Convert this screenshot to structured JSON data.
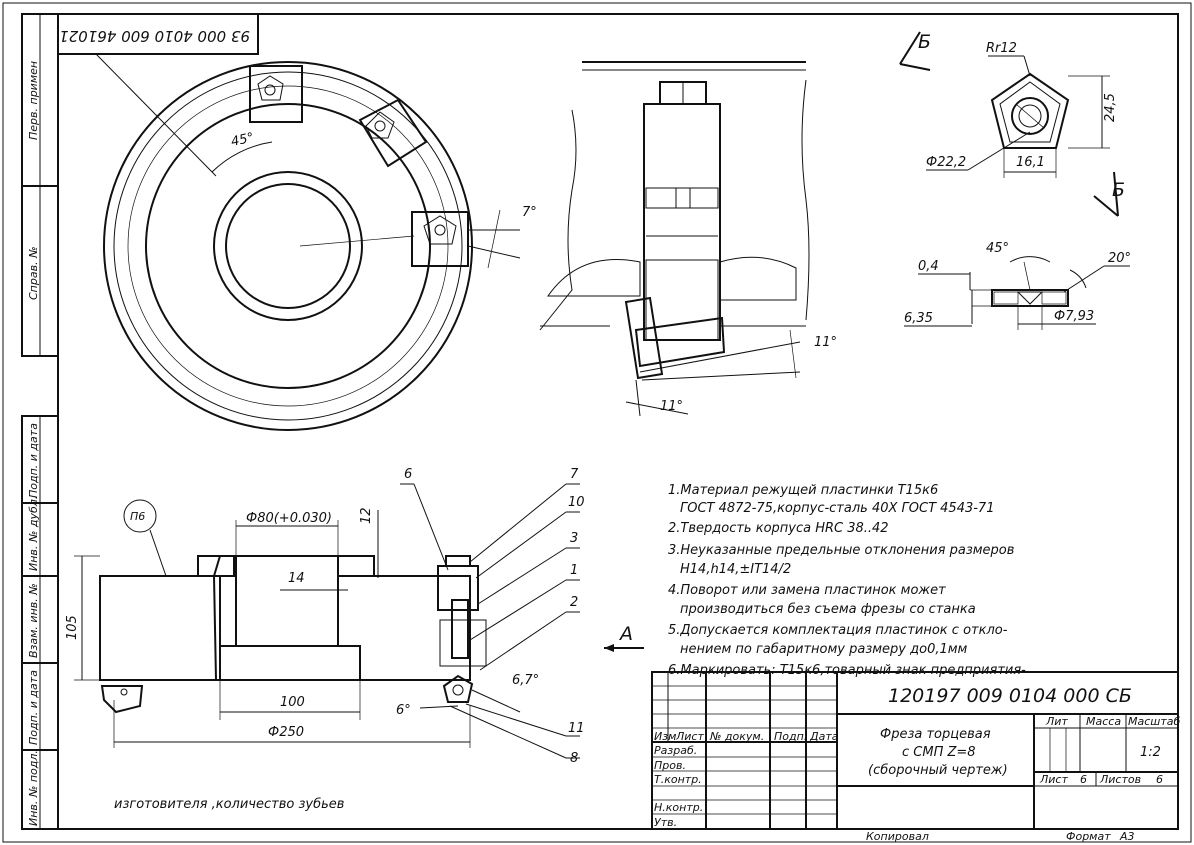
{
  "colors": {
    "ink": "#111111",
    "paper": "#ffffff"
  },
  "stamp_code": "93 000 4010 600 461021",
  "side_strip": {
    "perv_primen": "Перв. примен",
    "sprav": "Справ. №",
    "podp_data_1": "Подп. и дата",
    "inv_dubl": "Инв. № дубл.",
    "vzam_inv": "Взам. инв. №",
    "podp_data_2": "Подп. и дата",
    "inv_podl": "Инв. № подл."
  },
  "view_top": {
    "angle_label": "45°",
    "angle_7": "7°"
  },
  "view_side": {
    "angle_11_right": "11°",
    "angle_11_bottom": "11°"
  },
  "insert_view": {
    "section_label": "Б",
    "radius_label": "Rr12",
    "dim_24_5": "24,5",
    "dim_16_1": "16,1",
    "dim_22_2": "Ф22,2"
  },
  "insert_section": {
    "angle_45": "45°",
    "angle_20": "20°",
    "dim_0_4": "0,4",
    "dim_6_35": "6,35",
    "dim_7_93": "Ф7,93"
  },
  "section_view": {
    "callout_p6": "П6",
    "dim_bore": "Ф80(+0.030)",
    "dim_14": "14",
    "dim_12": "12",
    "dim_105": "105",
    "dim_100": "100",
    "dim_250": "Ф250",
    "angle_6": "6°",
    "angle_67": "6,7°",
    "view_label_a": "А",
    "callouts": [
      "6",
      "7",
      "10",
      "3",
      "1",
      "2",
      "11",
      "8"
    ]
  },
  "notes": [
    "1.Материал режущей пластинки Т15к6",
    "ГОСТ 4872-75,корпус-сталь 40Х ГОСТ 4543-71",
    "2.Твердость корпуса HRC 38..42",
    "3.Неуказанные предельные отклонения размеров",
    "H14,h14,±IT14/2",
    "4.Поворот или замена пластинок может",
    "производиться без съема фрезы со станка",
    "5.Допускается комплектация пластинок с откло-",
    "нением по габаритному размеру до0,1мм",
    "6.Маркировать: Т15к6,товарный знак предприятия-"
  ],
  "note_continuation": "изготовителя ,количество зубьев",
  "title_block": {
    "designation": "120197 009 0104 000 СБ",
    "name_line1": "Фреза торцевая",
    "name_line2": "с СМП Z=8",
    "name_line3": "(сборочный чертеж)",
    "col_izm": "Изм",
    "col_list": "Лист",
    "col_doc": "№ докум.",
    "col_podp": "Подп.",
    "col_data": "Дата",
    "row_razrab": "Разраб.",
    "row_prov": "Пров.",
    "row_tkontr": "Т.контр.",
    "row_nkontr": "Н.контр.",
    "row_utv": "Утв.",
    "lit": "Лит",
    "massa": "Масса",
    "masshtab": "Масштаб",
    "scale_value": "1:2",
    "sheet_label": "Лист",
    "sheet_value": "6",
    "sheets_label": "Листов",
    "sheets_value": "6"
  },
  "footer": {
    "kopiroval": "Копировал",
    "format_label": "Формат",
    "format_value": "А3"
  }
}
